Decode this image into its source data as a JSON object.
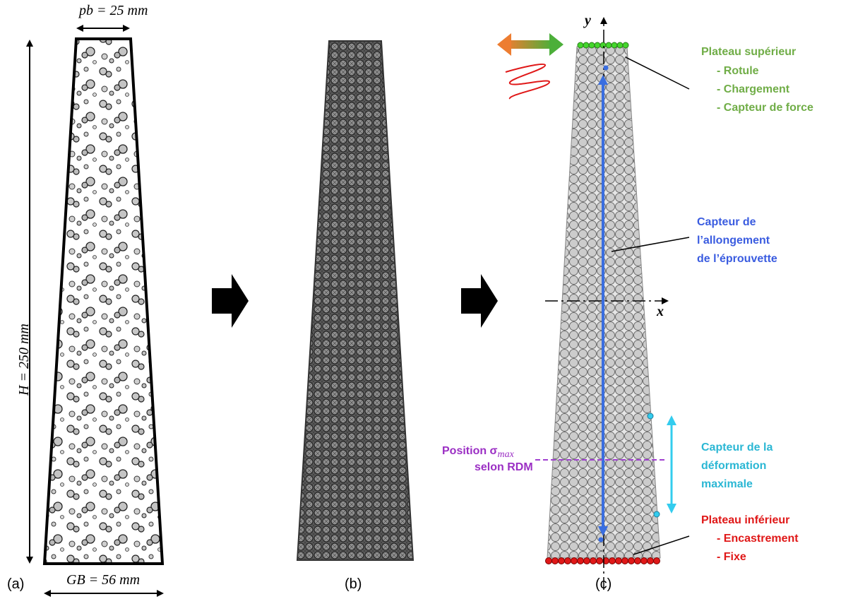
{
  "panel_a": {
    "top_width": "pb = 25 mm",
    "height": "H = 250 mm",
    "bottom_width": "GB = 56 mm",
    "caption": "(a)"
  },
  "panel_b": {
    "caption": "(b)"
  },
  "panel_c": {
    "caption": "(c)",
    "axis_x": "x",
    "axis_y": "y",
    "plateau_sup": {
      "title": "Plateau supérieur",
      "items": [
        "- Rotule",
        "- Chargement",
        "- Capteur de force"
      ]
    },
    "capteur_allongement": [
      "Capteur de",
      "l’allongement",
      "de l’éprouvette"
    ],
    "position_sigma": {
      "prefix": "Position σ",
      "subscript": "max",
      "line2": "selon RDM"
    },
    "capteur_deformation": [
      "Capteur de la",
      "déformation",
      "maximale"
    ],
    "plateau_inf": {
      "title": "Plateau inférieur",
      "items": [
        "- Encastrement",
        "- Fixe"
      ]
    }
  },
  "colors": {
    "green": "#70ad47",
    "blue": "#3a5ce0",
    "cyan": "#2bb7d4",
    "purple": "#9b2fc4",
    "red": "#e01818",
    "orange": "#ed7d31"
  }
}
